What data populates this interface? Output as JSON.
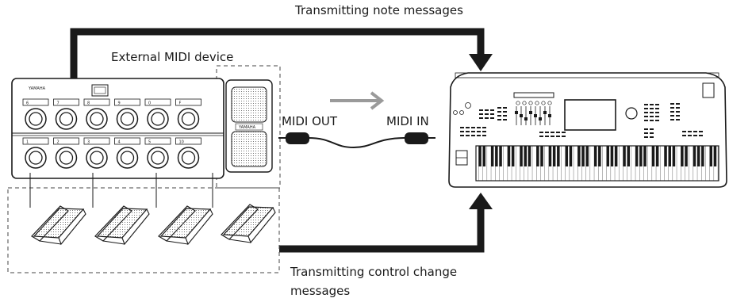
{
  "labels": {
    "note_messages": "Transmitting note messages",
    "external_device": "External MIDI device",
    "midi_out": "MIDI OUT",
    "midi_in": "MIDI IN",
    "control_change": "Transmitting control change messages"
  },
  "device": {
    "brand": "YAMAHA",
    "top_row_keys": [
      "6",
      "7",
      "8",
      "9",
      "0",
      "F"
    ],
    "bottom_row_keys": [
      "1",
      "2",
      "3",
      "4",
      "5",
      "10"
    ]
  },
  "colors": {
    "line": "#1a1a1a",
    "flow_arrow": "#9a9a9a",
    "panel": "#ffffff"
  }
}
